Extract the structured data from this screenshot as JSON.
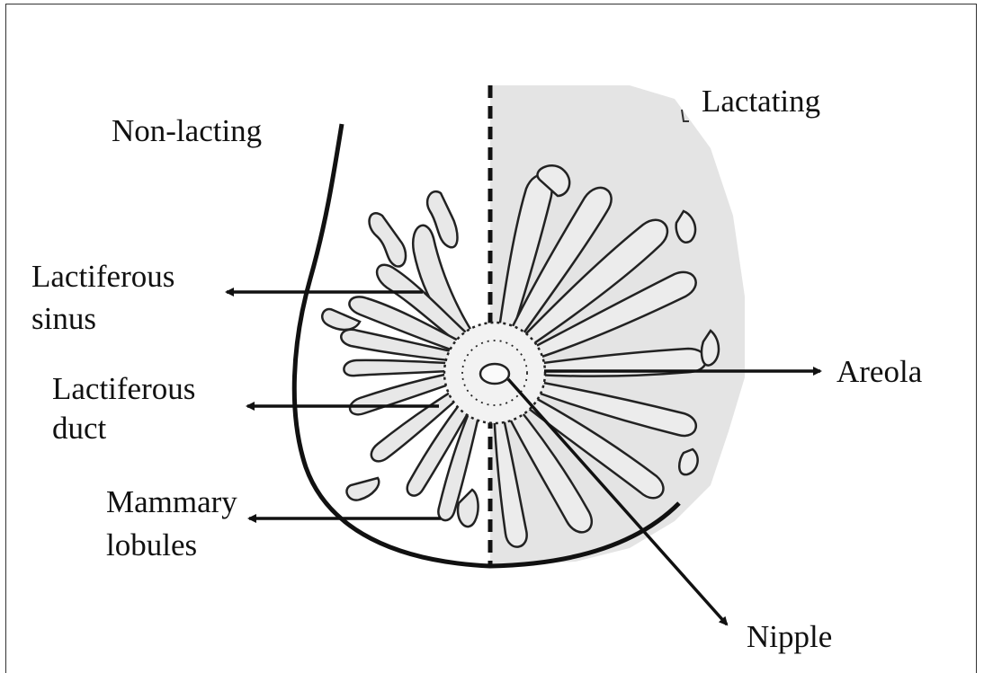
{
  "labels": {
    "non_lactating": "Non-lacting",
    "lactating": "Lactating",
    "lactiferous_sinus_1": "Lactiferous",
    "lactiferous_sinus_2": "sinus",
    "lactiferous_duct_1": "Lactiferous",
    "lactiferous_duct_2": "duct",
    "mammary_lobules_1": "Mammary",
    "mammary_lobules_2": "lobules",
    "areola": "Areola",
    "nipple": "Nipple"
  },
  "colors": {
    "lactating_fill": "#e4e4e4",
    "lobule_fill": "#d9d9d9",
    "ink": "#111111"
  }
}
